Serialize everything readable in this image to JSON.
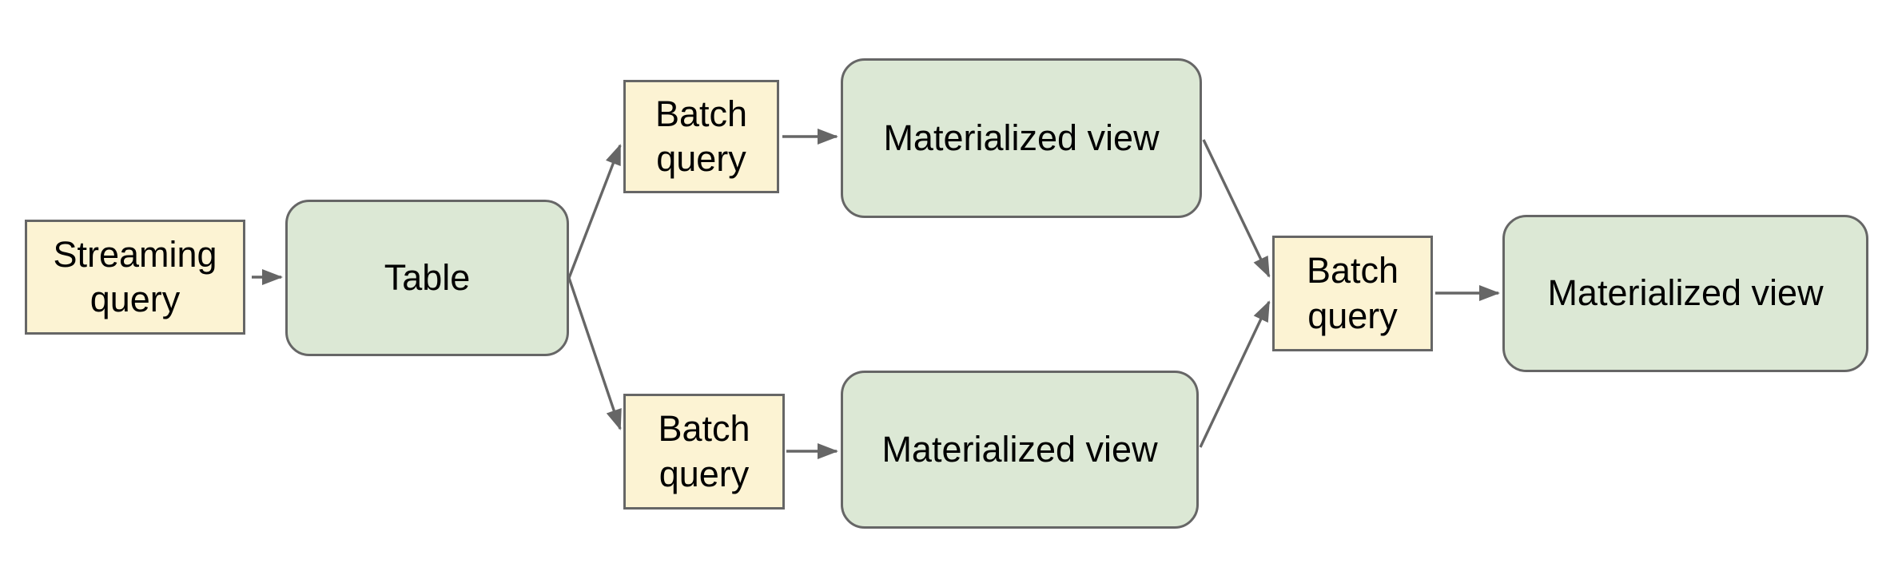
{
  "colors": {
    "canvas-bg": "#ffffff",
    "query-fill": "#fcf3d3",
    "view-fill": "#dce8d5",
    "node-border": "#666666",
    "connector-color": "#666666",
    "label-color": "#000000"
  },
  "nodes": {
    "streaming_query": {
      "label": "Streaming query",
      "kind": "query"
    },
    "table": {
      "label": "Table",
      "kind": "table"
    },
    "batch_query_top": {
      "label": "Batch query",
      "kind": "query"
    },
    "materialized_view_top": {
      "label": "Materialized view",
      "kind": "view"
    },
    "batch_query_bottom": {
      "label": "Batch query",
      "kind": "query"
    },
    "materialized_view_bottom": {
      "label": "Materialized view",
      "kind": "view"
    },
    "batch_query_right": {
      "label": "Batch query",
      "kind": "query"
    },
    "materialized_view_right": {
      "label": "Materialized view",
      "kind": "view"
    }
  },
  "edges": [
    {
      "from": "streaming_query",
      "to": "table"
    },
    {
      "from": "table",
      "to": "batch_query_top"
    },
    {
      "from": "table",
      "to": "batch_query_bottom"
    },
    {
      "from": "batch_query_top",
      "to": "materialized_view_top"
    },
    {
      "from": "batch_query_bottom",
      "to": "materialized_view_bottom"
    },
    {
      "from": "materialized_view_top",
      "to": "batch_query_right"
    },
    {
      "from": "materialized_view_bottom",
      "to": "batch_query_right"
    },
    {
      "from": "batch_query_right",
      "to": "materialized_view_right"
    }
  ]
}
